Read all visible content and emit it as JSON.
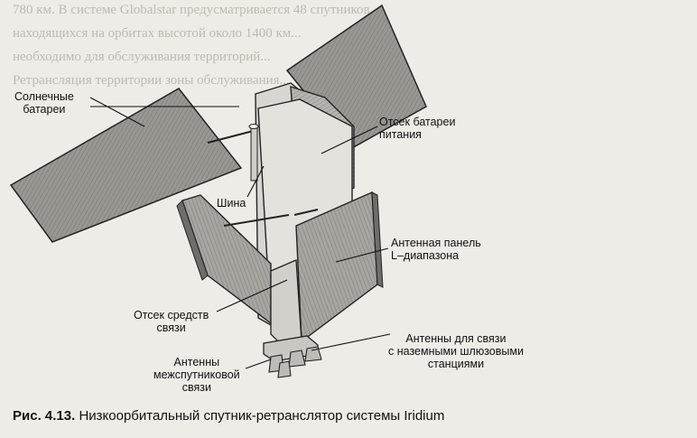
{
  "bleed_through_lines": [
    "780 км. В системе Globalstar предусматривается 48 спутников...",
    "находящихся на орбитах высотой около 1400 км...",
    "необходимо для обслуживания территорий...",
    "Ретрансляция территории зоны обслуживания..."
  ],
  "figure": {
    "labels": {
      "solar_panels": [
        "Солнечные",
        "батареи"
      ],
      "battery_bay": [
        "Отсек батареи",
        "питания"
      ],
      "bus": "Шина",
      "l_band_panel": [
        "Антенная панель",
        "L–диапазона"
      ],
      "comms_bay": [
        "Отсек средств",
        "связи"
      ],
      "gateway_antennas": [
        "Антенны для связи",
        "с наземными шлюзовыми",
        "станциями"
      ],
      "isl_antennas": [
        "Антенны",
        "межспутниковой",
        "связи"
      ]
    }
  },
  "caption": {
    "number": "Рис. 4.13.",
    "text": "Низкоорбитальный спутник-ретранслятор системы Iridium"
  }
}
